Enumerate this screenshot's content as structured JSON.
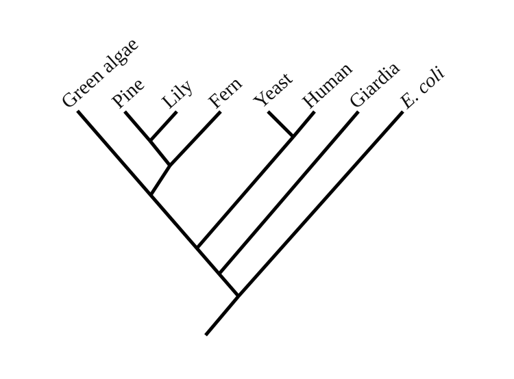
{
  "diagram": {
    "type": "phylogenetic-tree",
    "taxa": [
      {
        "id": "green-algae",
        "label": "Green algae",
        "italic": false
      },
      {
        "id": "pine",
        "label": "Pine",
        "italic": false
      },
      {
        "id": "lily",
        "label": "Lily",
        "italic": false
      },
      {
        "id": "fern",
        "label": "Fern",
        "italic": false
      },
      {
        "id": "yeast",
        "label": "Yeast",
        "italic": false
      },
      {
        "id": "human",
        "label": "Human",
        "italic": false
      },
      {
        "id": "giardia",
        "label": "Giardia",
        "italic": false
      },
      {
        "id": "e-coli",
        "label": "E. coli",
        "italic": true
      }
    ],
    "topology": "(((Green algae,((Pine,Lily),Fern)),(Yeast,Human)),Giardia),E. coli)",
    "colors": {
      "branch": "#000000",
      "label": "#111111",
      "background": "#ffffff"
    }
  }
}
